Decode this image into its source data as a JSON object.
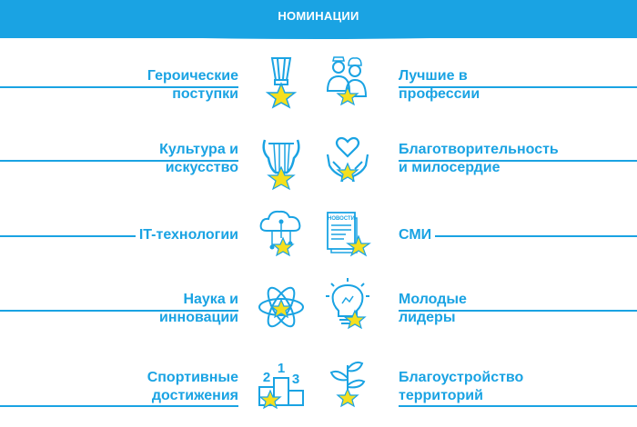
{
  "header": {
    "title": "НОМИНАЦИИ"
  },
  "colors": {
    "accent": "#1aa3e3",
    "star": "#f5df1e",
    "text": "#1aa3e3"
  },
  "nominations": [
    {
      "left": {
        "line1": "Героические",
        "line2": "поступки",
        "icon": "medal-icon"
      },
      "right": {
        "line1": "Лучшие в",
        "line2": "профессии",
        "icon": "professionals-icon"
      }
    },
    {
      "left": {
        "line1": "Культура и",
        "line2": "искусство",
        "icon": "lyre-icon"
      },
      "right": {
        "line1": "Благотворительность",
        "line2": "и милосердие",
        "icon": "hands-heart-icon"
      }
    },
    {
      "left": {
        "line1": "IT-технологии",
        "line2": "",
        "icon": "cloud-network-icon"
      },
      "right": {
        "line1": "СМИ",
        "line2": "",
        "icon": "newspaper-icon",
        "badge": "НОВОСТИ"
      }
    },
    {
      "left": {
        "line1": "Наука и",
        "line2": "инновации",
        "icon": "atom-icon"
      },
      "right": {
        "line1": "Молодые",
        "line2": "лидеры",
        "icon": "lightbulb-icon"
      }
    },
    {
      "left": {
        "line1": "Спортивные",
        "line2": "достижения",
        "icon": "podium-icon",
        "places": [
          "2",
          "1",
          "3"
        ]
      },
      "right": {
        "line1": "Благоустройство",
        "line2": "территорий",
        "icon": "sprout-icon"
      }
    }
  ]
}
